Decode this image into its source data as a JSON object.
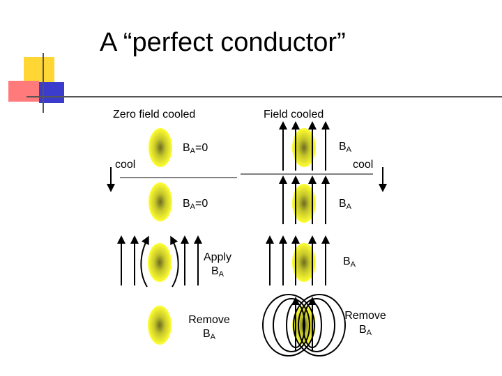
{
  "title": "A “perfect conductor”",
  "headers": {
    "zero_field": "Zero field cooled",
    "field": "Field cooled"
  },
  "labels": {
    "cool_left": "cool",
    "cool_right": "cool",
    "b": "B",
    "a": "A",
    "eq_zero": "=0",
    "apply": "Apply",
    "remove": "Remove"
  },
  "colors": {
    "sample_center": "#6b6b22",
    "sample_mid": "#c6c62a",
    "sample_edge": "#ffff33",
    "deco_yellow": "#ffd633",
    "deco_red": "#ff6b6b",
    "deco_blue": "#3333cc"
  }
}
